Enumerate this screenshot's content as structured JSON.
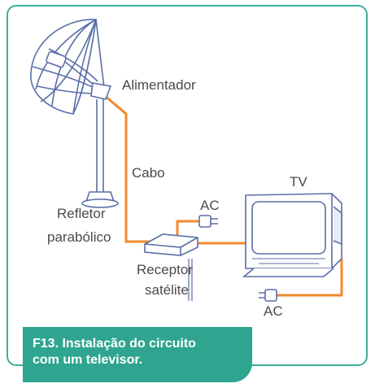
{
  "labels": {
    "feed": "Alimentador",
    "cable": "Cabo",
    "reflector_line1": "Refletor",
    "reflector_line2": "parabólico",
    "ac_top": "AC",
    "ac_bottom": "AC",
    "receiver_line1": "Receptor",
    "receiver_line2": "satélite",
    "tv": "TV"
  },
  "caption": {
    "line1": "F13. Instalação do circuito",
    "line2": "com um televisor."
  },
  "colors": {
    "frame": "#3fae9a",
    "caption_bg": "#2fa58f",
    "cable": "#f08a2c",
    "drawing": "#5a6fa8"
  }
}
